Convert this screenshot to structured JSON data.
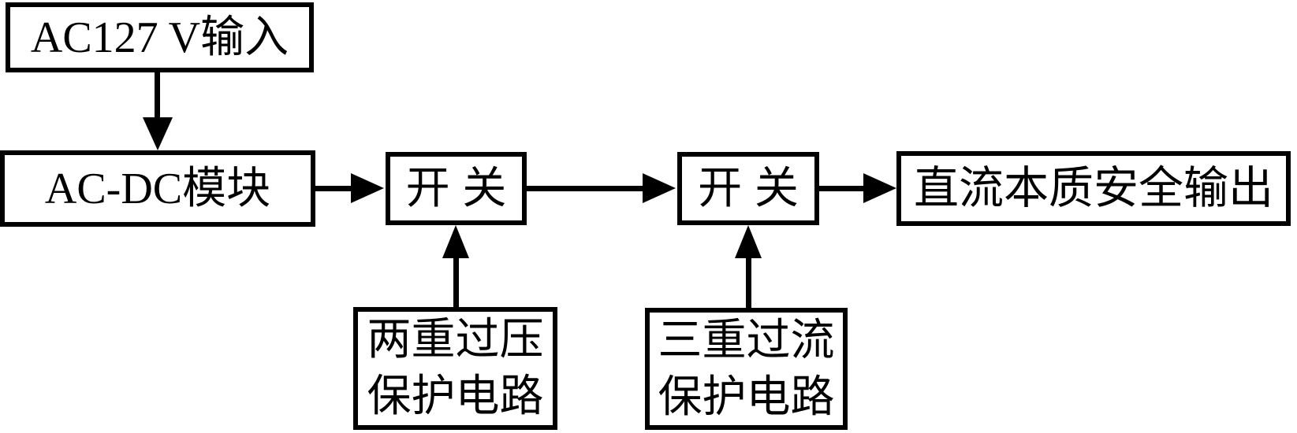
{
  "diagram": {
    "title": "Intrinsically safe DC power supply block diagram",
    "colors": {
      "stroke": "#000000",
      "background": "#ffffff"
    },
    "nodes": {
      "ac_input": {
        "label": "AC127 V输入"
      },
      "acdc_module": {
        "label": "AC-DC模块"
      },
      "switch1": {
        "label": "开关"
      },
      "switch2": {
        "label": "开关"
      },
      "dc_output": {
        "label": "直流本质安全输出"
      },
      "ovp": {
        "label_line1": "两重过压",
        "label_line2": "保护电路"
      },
      "ocp": {
        "label_line1": "三重过流",
        "label_line2": "保护电路"
      }
    },
    "edges": [
      {
        "from": "ac_input",
        "to": "acdc_module",
        "direction": "down"
      },
      {
        "from": "acdc_module",
        "to": "switch1",
        "direction": "right"
      },
      {
        "from": "switch1",
        "to": "switch2",
        "direction": "right"
      },
      {
        "from": "switch2",
        "to": "dc_output",
        "direction": "right"
      },
      {
        "from": "ovp",
        "to": "switch1",
        "direction": "up"
      },
      {
        "from": "ocp",
        "to": "switch2",
        "direction": "up"
      }
    ]
  }
}
